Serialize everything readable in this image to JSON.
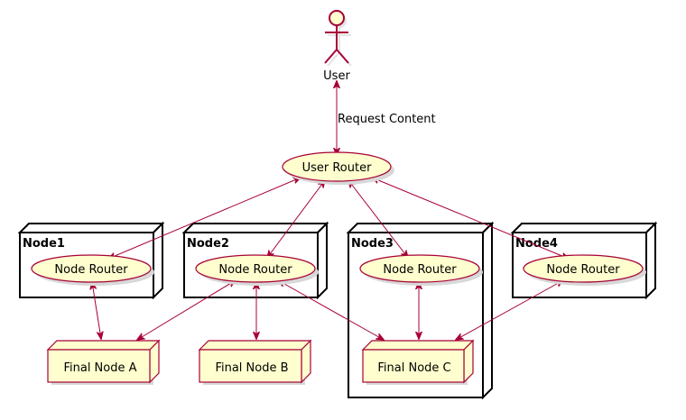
{
  "actor": {
    "label": "User"
  },
  "edge_labels": {
    "request": "Request Content"
  },
  "usecases": {
    "user_router": "User Router",
    "node_router_1": "Node Router",
    "node_router_2": "Node Router",
    "node_router_3": "Node Router",
    "node_router_4": "Node Router"
  },
  "containers": {
    "node1": "Node1",
    "node2": "Node2",
    "node3": "Node3",
    "node4": "Node4"
  },
  "final_nodes": {
    "a": "Final Node A",
    "b": "Final Node B",
    "c": "Final Node C"
  },
  "colors": {
    "edge": "#a80036",
    "fill": "#fefece",
    "frame": "#000000"
  }
}
